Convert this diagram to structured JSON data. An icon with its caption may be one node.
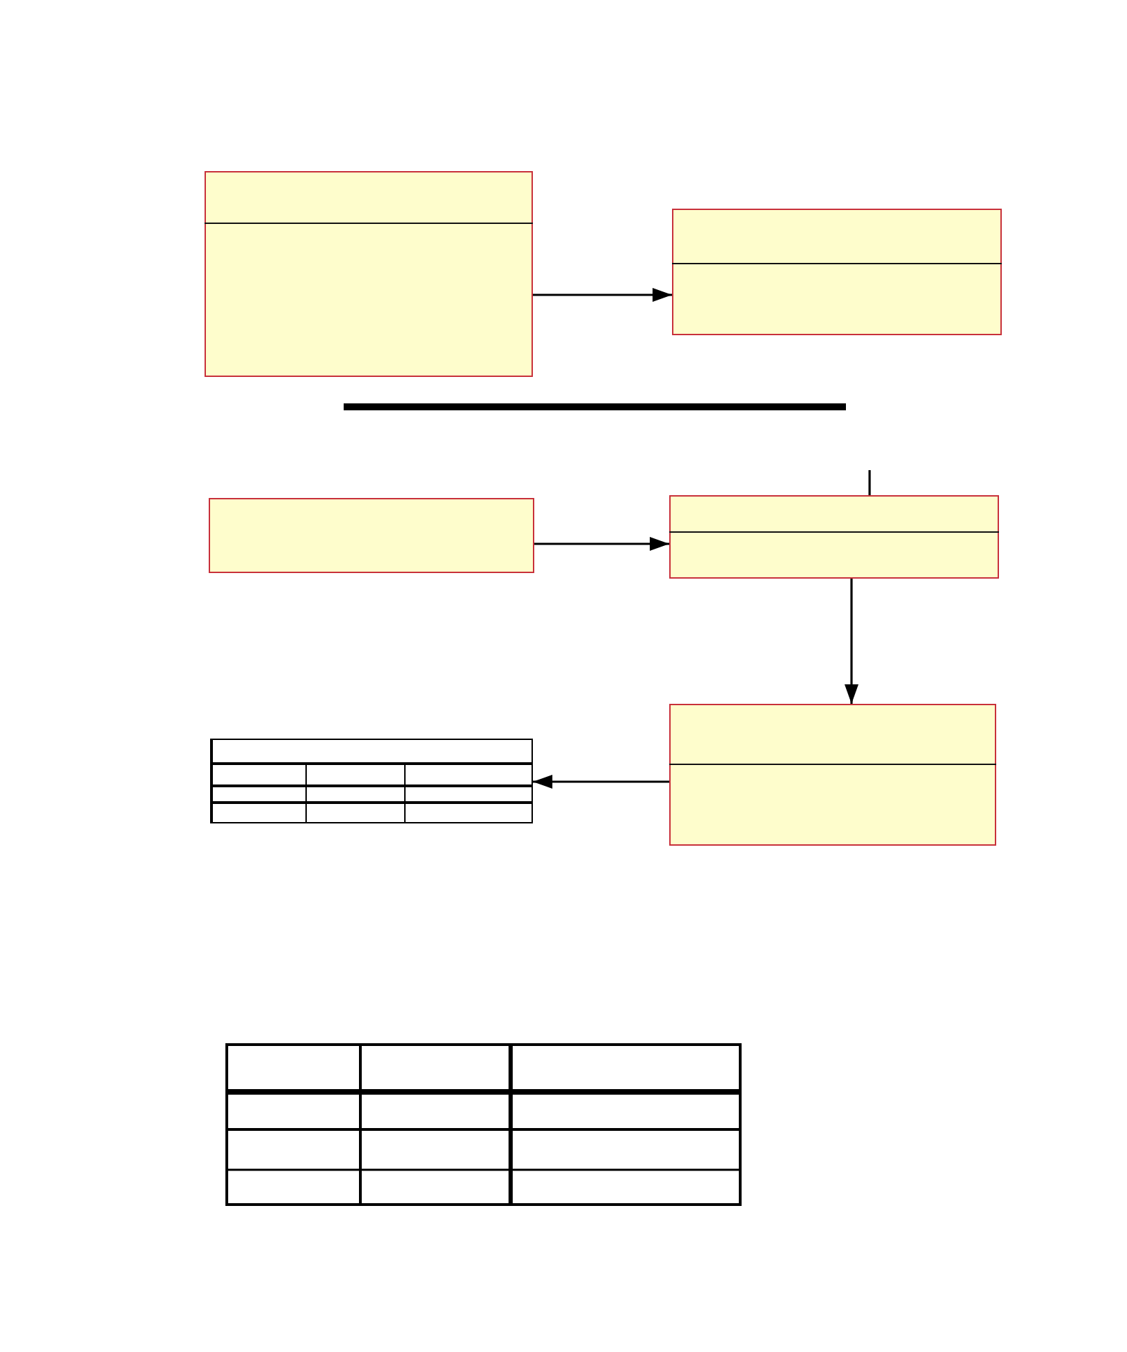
{
  "diagram": {
    "nodes": [
      {
        "text": [],
        "shape": "box"
      },
      {
        "text": [],
        "shape": "box"
      },
      {
        "text": [],
        "shape": "box"
      },
      {
        "text": [],
        "shape": "box"
      },
      {
        "text": [],
        "shape": "table"
      },
      {
        "text": [],
        "shape": "box"
      },
      {
        "text": [],
        "shape": "table"
      }
    ],
    "edges": [
      {
        "from": 0,
        "to": 1,
        "arrow": "to"
      },
      {
        "from": 2,
        "to": 3,
        "arrow": "to"
      },
      {
        "from": 3,
        "to": 5,
        "arrow": "to"
      },
      {
        "from": 5,
        "to": 4,
        "arrow": "to"
      },
      {
        "from": null,
        "to": 3,
        "arrow": "none"
      }
    ]
  }
}
